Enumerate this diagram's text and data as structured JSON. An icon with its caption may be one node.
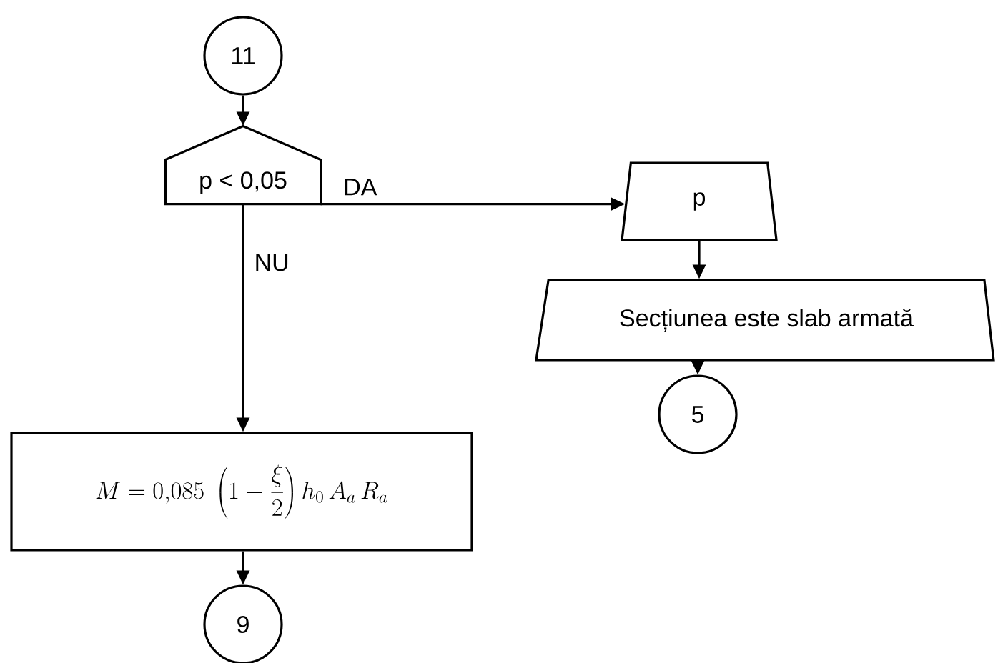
{
  "diagram": {
    "nodes": [
      {
        "text": [
          "11"
        ]
      },
      {
        "text": [
          "p < 0,05"
        ]
      },
      {
        "text": [
          "p"
        ]
      },
      {
        "text": [
          "Secțiunea este slab armată"
        ]
      },
      {
        "text": [
          "5"
        ]
      },
      {
        "text": [
          "M=0{,}085\\;\\left(1-\\frac{\\xi}{2}\\right)h_{0}\\,A_{a}\\,R_{a}"
        ]
      },
      {
        "text": [
          "9"
        ]
      }
    ],
    "edges": [
      {
        "from": 0,
        "to": 1,
        "arrow": "to"
      },
      {
        "from": 1,
        "to": 2,
        "arrow": "to",
        "label": "DA"
      },
      {
        "from": 1,
        "to": 5,
        "arrow": "to",
        "label": "NU"
      },
      {
        "from": 2,
        "to": 3,
        "arrow": "to"
      },
      {
        "from": 3,
        "to": 4,
        "arrow": "to"
      },
      {
        "from": 5,
        "to": 6,
        "arrow": "to"
      }
    ]
  }
}
